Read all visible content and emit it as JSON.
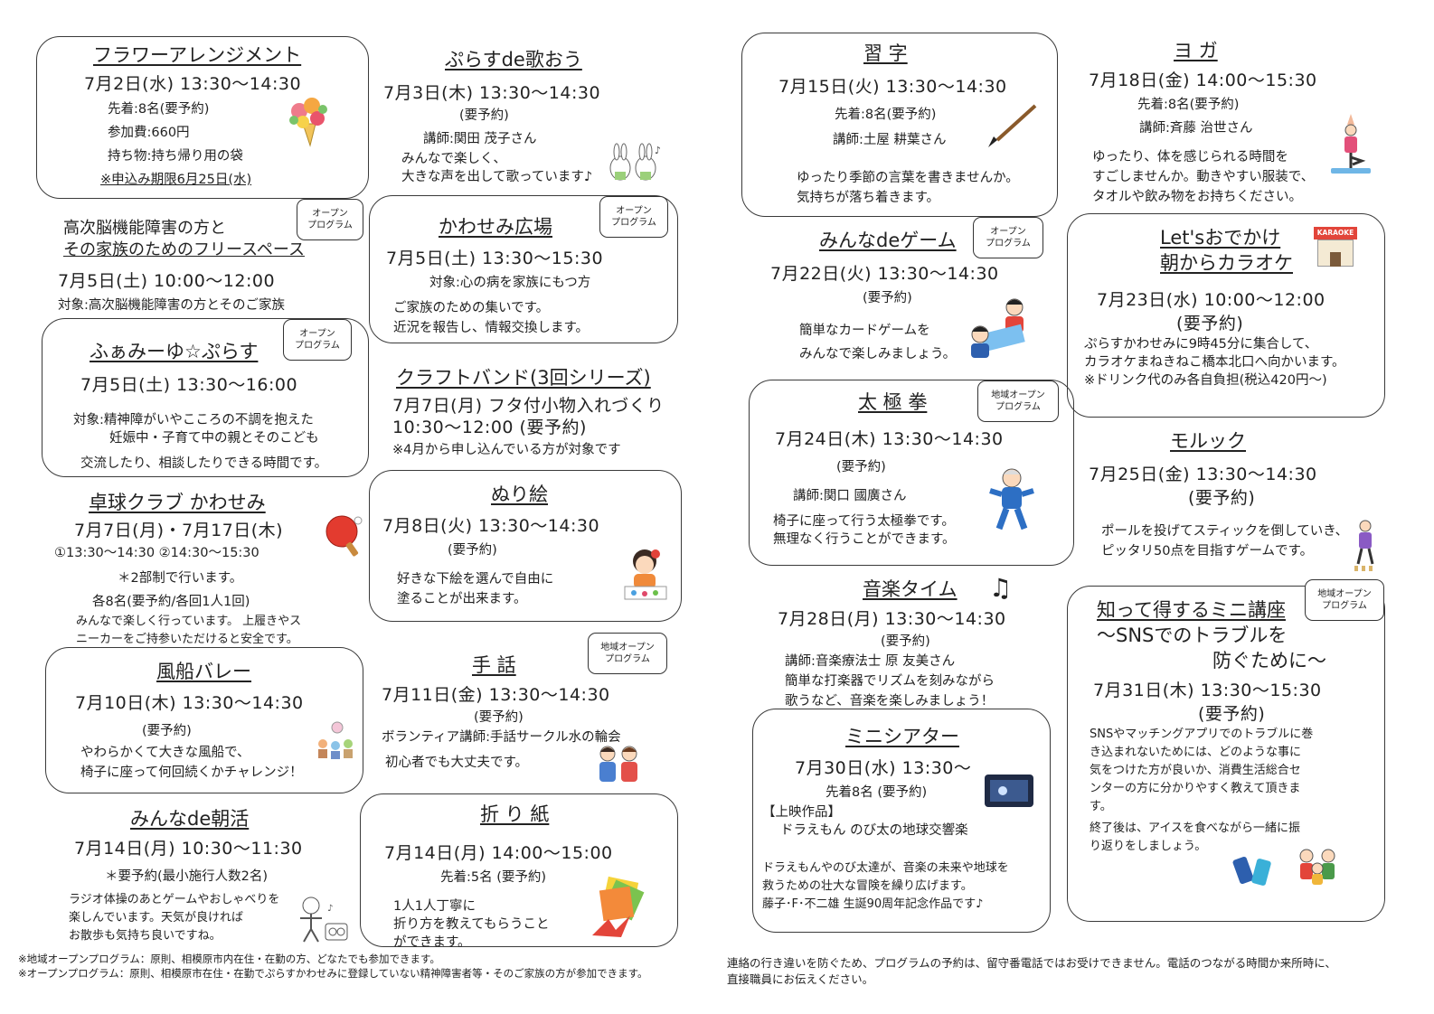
{
  "events": {
    "flower": {
      "title": "フラワーアレンジメント",
      "date": "7月2日(水) 13:30～14:30",
      "l1": "先着:8名(要予約)",
      "l2": "参加費:660円",
      "l3": "持ち物:持ち帰り用の袋",
      "l4": "※申込み期限6月25日(水)"
    },
    "sing": {
      "title": "ぷらすde歌おう",
      "date": "7月3日(木) 13:30～14:30",
      "l1": "(要予約)",
      "l2": "講師:関田 茂子さん",
      "l3": "みんなで楽しく、",
      "l4": "大きな声を出して歌っています♪"
    },
    "brain": {
      "title1": "高次脳機能障害の方と",
      "title2": "その家族のためのフリースペース",
      "date": "7月5日(土) 10:00～12:00",
      "l1": "対象:高次脳機能障害の方とそのご家族",
      "badge1": "オープン",
      "badge2": "プログラム"
    },
    "kawasemi": {
      "title": "かわせみ広場",
      "date": "7月5日(土) 13:30～15:30",
      "l1": "対象:心の病を家族にもつ方",
      "l2": "ご家族のための集いです。",
      "l3": "近況を報告し、情報交換します。",
      "badge1": "オープン",
      "badge2": "プログラム"
    },
    "family": {
      "title": "ふぁみーゆ☆ぷらす",
      "date": "7月5日(土) 13:30～16:00",
      "l1": "対象:精神障がいやこころの不調を抱えた",
      "l2": "妊娠中・子育て中の親とそのこども",
      "l3": "交流したり、相談したりできる時間です。",
      "badge1": "オープン",
      "badge2": "プログラム"
    },
    "craft": {
      "title": "クラフトバンド(3回シリーズ)",
      "d1": "7月7日(月) フタ付小物入れづくり",
      "d2": "10:30～12:00 (要予約)",
      "l1": "※4月から申し込んでいる方が対象です"
    },
    "pingpong": {
      "title": "卓球クラブ かわせみ",
      "date": "7月7日(月)・7月17日(木)",
      "l1": "①13:30～14:30 ②14:30～15:30",
      "l2": "＊2部制で行います。",
      "l3": "各8名(要予約/各回1人1回)",
      "l4": "みんなで楽しく行っています。 上履きやス",
      "l5": "ニーカーをご持参いただけると安全です。"
    },
    "coloring": {
      "title": "ぬり絵",
      "date": "7月8日(火) 13:30～14:30",
      "l1": "(要予約)",
      "l2": "好きな下絵を選んで自由に",
      "l3": "塗ることが出来ます。"
    },
    "balloon": {
      "title": "風船バレー",
      "date": "7月10日(木) 13:30～14:30",
      "l1": "(要予約)",
      "l2": "やわらかくて大きな風船で、",
      "l3": "椅子に座って何回続くかチャレンジ！"
    },
    "sign": {
      "title": "手 話",
      "date": "7月11日(金) 13:30～14:30",
      "l1": "(要予約)",
      "l2": "ボランティア講師:手話サークル水の輪会",
      "l3": "初心者でも大丈夫です。",
      "badge1": "地域オープン",
      "badge2": "プログラム"
    },
    "morning": {
      "title": "みんなde朝活",
      "date": "7月14日(月) 10:30～11:30",
      "l1": "＊要予約(最小施行人数2名)",
      "l2": "ラジオ体操のあとゲームやおしゃべりを",
      "l3": "楽しんでいます。天気が良ければ",
      "l4": "お散歩も気持ち良いですね。"
    },
    "origami": {
      "title": "折 り 紙",
      "date": "7月14日(月) 14:00～15:00",
      "l1": "先着:5名 (要予約)",
      "l2": "1人1人丁寧に",
      "l3": "折り方を教えてもらうこと",
      "l4": "ができます。"
    },
    "calligraphy": {
      "title": "習 字",
      "date": "7月15日(火) 13:30～14:30",
      "l1": "先着:8名(要予約)",
      "l2": "講師:土屋 耕葉さん",
      "l3": "ゆったり季節の言葉を書きませんか。",
      "l4": "気持ちが落ち着きます。"
    },
    "yoga": {
      "title": "ヨ ガ",
      "date": "7月18日(金) 14:00～15:30",
      "l1": "先着:8名(要予約)",
      "l2": "講師:斉藤 治世さん",
      "l3": "ゆったり、体を感じられる時間を",
      "l4": "すごしませんか。動きやすい服装で、",
      "l5": "タオルや飲み物をお持ちください。"
    },
    "game": {
      "title": "みんなdeゲーム",
      "date": "7月22日(火) 13:30～14:30",
      "l1": "(要予約)",
      "l2": "簡単なカードゲームを",
      "l3": "みんなで楽しみましょう。",
      "badge1": "オープン",
      "badge2": "プログラム"
    },
    "karaoke": {
      "title1": "Let'sおでかけ",
      "title2": "朝からカラオケ",
      "date": "7月23日(水) 10:00～12:00",
      "l1": "(要予約)",
      "l2": "ぷらすかわせみに9時45分に集合して、",
      "l3": "カラオケまねきねこ橋本北口へ向かいます。",
      "l4": "※ドリンク代のみ各自負担(税込420円～)",
      "sign": "KARAOKE"
    },
    "taichi": {
      "title": "太 極 拳",
      "date": "7月24日(木) 13:30～14:30",
      "l1": "(要予約)",
      "l2": "講師:関口 國廣さん",
      "l3": "椅子に座って行う太極拳です。",
      "l4": "無理なく行うことができます。",
      "badge1": "地域オープン",
      "badge2": "プログラム"
    },
    "molkky": {
      "title": "モルック",
      "date": "7月25日(金) 13:30～14:30",
      "l1": "(要予約)",
      "l2": "ポールを投げてスティックを倒していき、",
      "l3": "ピッタリ50点を目指すゲームです。"
    },
    "music": {
      "title": "音楽タイム",
      "note": "♫",
      "date": "7月28日(月) 13:30～14:30",
      "l1": "(要予約)",
      "l2": "講師:音楽療法士 原 友美さん",
      "l3": "簡単な打楽器でリズムを刻みながら",
      "l4": "歌うなど、音楽を楽しみましょう！"
    },
    "theater": {
      "title": "ミニシアター",
      "date": "7月30日(水) 13:30～",
      "l1": "先着8名 (要予約)",
      "l2": "【上映作品】",
      "l3": "ドラえもん のび太の地球交響楽",
      "l4": "ドラえもんやのび太達が、音楽の未来や地球を",
      "l5": "救うための壮大な冒険を繰り広げます。",
      "l6": "藤子･F･不二雄 生誕90周年記念作品です♪"
    },
    "sns": {
      "title1": "知って得するミニ講座",
      "title2": "～SNSでのトラブルを",
      "title3": "防ぐために～",
      "date": "7月31日(木) 13:30～15:30",
      "l1": "(要予約)",
      "l2": "SNSやマッチングアプリでのトラブルに巻",
      "l3": "き込まれないためには、どのような事に",
      "l4": "気をつけた方が良いか、消費生活総合セ",
      "l5": "ンターの方に分かりやすく教えて頂きま",
      "l6": "す。",
      "l7": "終了後は、アイスを食べながら一緒に振",
      "l8": "り返りをしましょう。",
      "badge1": "地域オープン",
      "badge2": "プログラム"
    }
  },
  "footer": {
    "left1": "※地域オープンプログラム：原則、相模原市内在住・在勤の方、どなたでも参加できます。",
    "left2": "※オープンプログラム：原則、相模原市在住・在勤でぷらすかわせみに登録していない精神障害者等・そのご家族の方が参加できます。",
    "right1": "連絡の行き違いを防ぐため、プログラムの予約は、留守番電話ではお受けできません。電話のつながる時間か来所時に、",
    "right2": "直接職員にお伝えください。"
  }
}
